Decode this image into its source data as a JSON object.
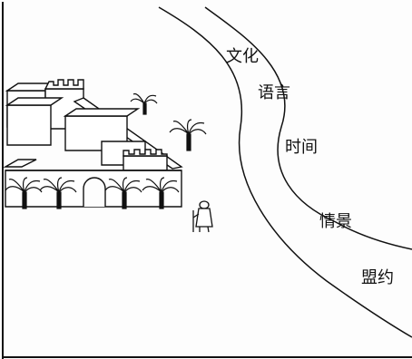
{
  "labels": {
    "culture": "文化",
    "language": "语言",
    "time": "时间",
    "context": "情景",
    "covenant": "盟约"
  },
  "colors": {
    "ink": "#111111",
    "paper": "#fdfdfd"
  },
  "icons": {
    "city": "walled-city-icon",
    "palm": "palm-tree-icon",
    "traveler": "traveler-figure-icon"
  }
}
